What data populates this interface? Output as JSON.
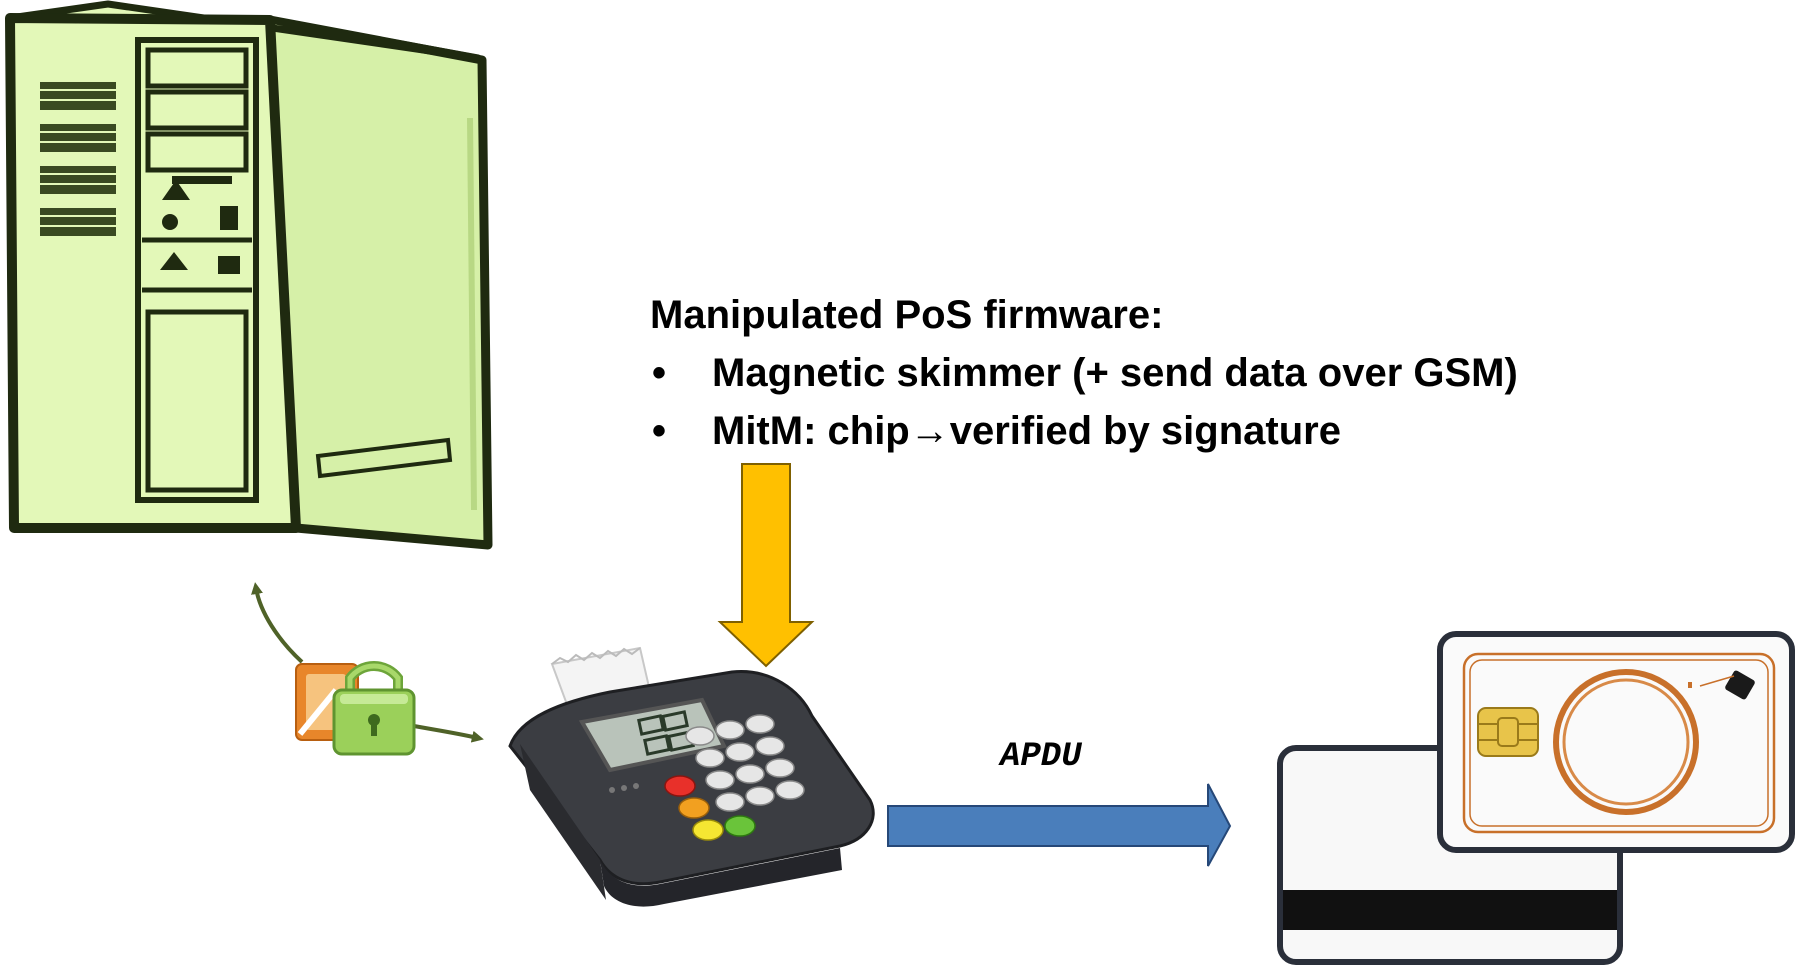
{
  "annotation": {
    "heading": "Manipulated PoS firmware:",
    "bullet_glyph": "•",
    "bullets": [
      "Magnetic skimmer (+ send data over GSM)",
      "MitM: chip→verified by signature"
    ]
  },
  "link_label": "APDU",
  "colors": {
    "server_fill": "#e3f8b8",
    "server_stroke": "#1f2a10",
    "firmware_arrow": "#ffc000",
    "apdu_arrow": "#4a7ebb",
    "network_arrow": "#4f6228",
    "lock_green": "#8bc24a",
    "card_antenna": "#c8702a"
  },
  "icons": [
    "server-tower-icon",
    "document-lock-icon",
    "pos-terminal-icon",
    "smart-card-icon",
    "magstripe-card-icon"
  ]
}
